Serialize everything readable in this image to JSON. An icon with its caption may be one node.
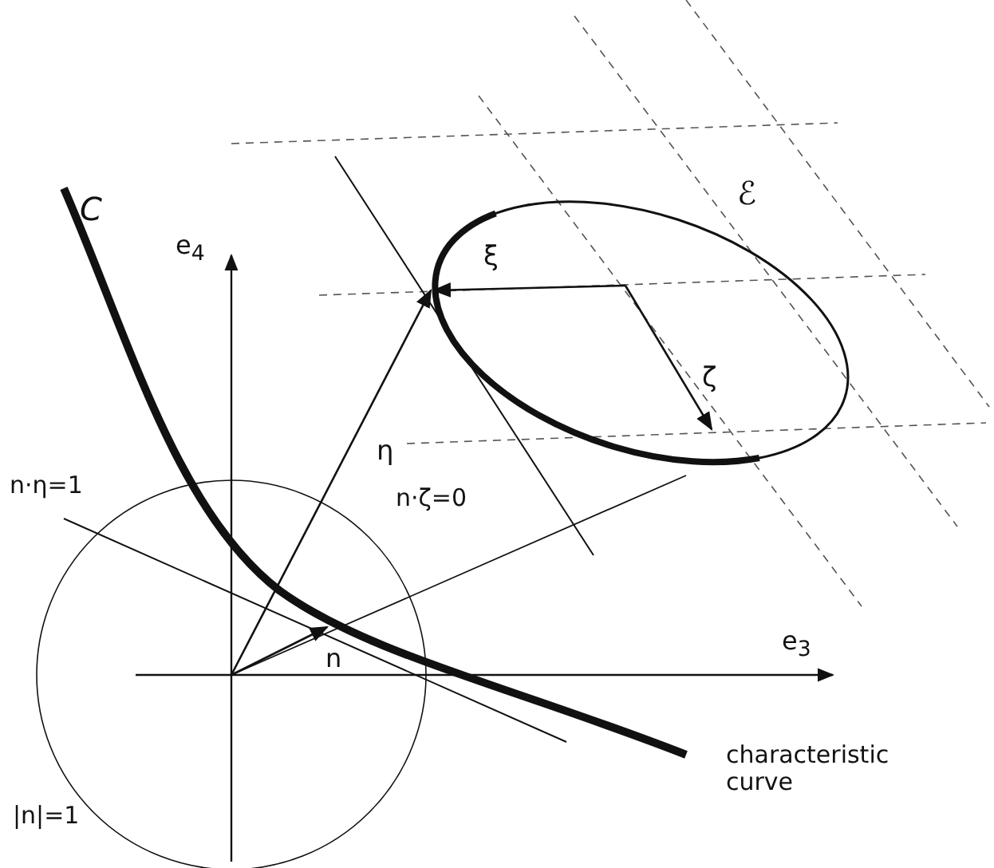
{
  "diagram": {
    "labels": [
      "e$_{4}$",
      "C",
      "ℰ",
      "ξ",
      "η",
      "ζ",
      "n·η=1",
      "n·ζ=0",
      "n",
      "e$_{3}$",
      "characteristic curve",
      "|n|=1"
    ]
  }
}
